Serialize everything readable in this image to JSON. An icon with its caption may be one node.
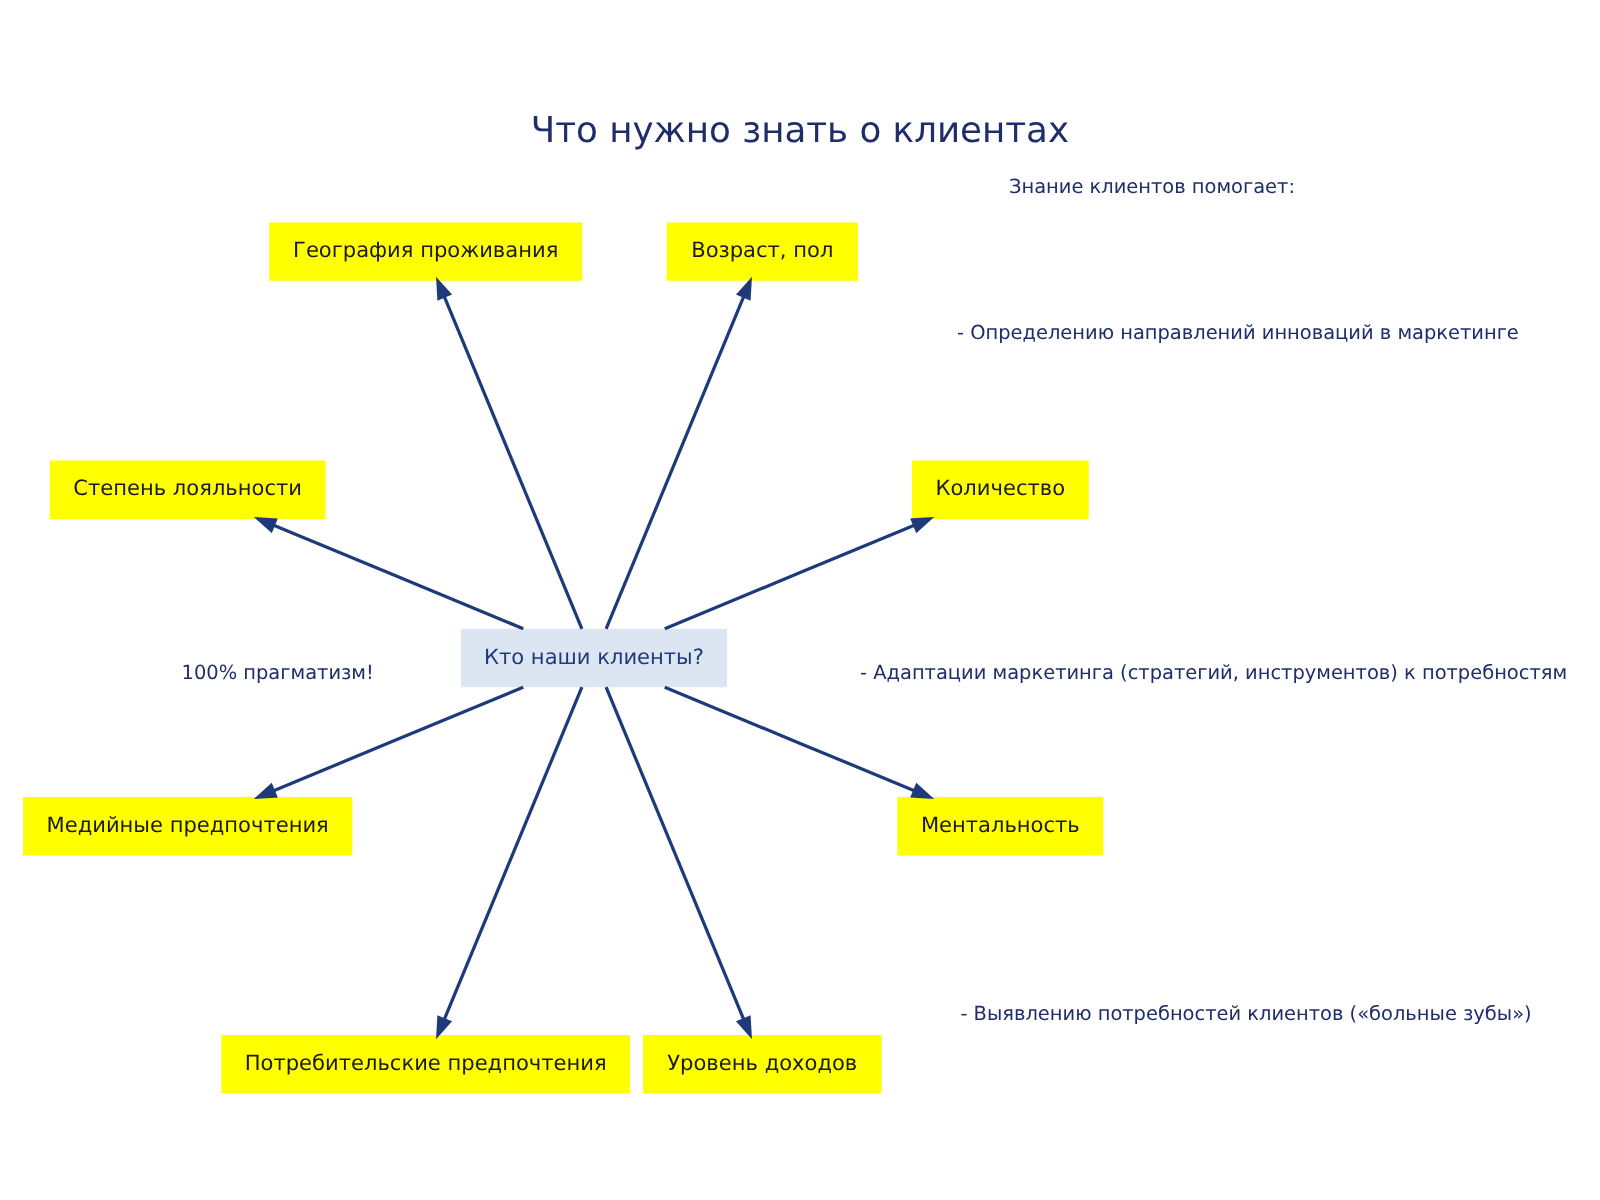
{
  "diagram": {
    "title": "Что нужно знать о клиентах",
    "nodes": [
      {
        "text": [
          "Кто наши клиенты?"
        ]
      },
      {
        "text": [
          "Количество"
        ]
      },
      {
        "text": [
          "Возраст, пол"
        ]
      },
      {
        "text": [
          "География проживания"
        ]
      },
      {
        "text": [
          "Степень лояльности"
        ]
      },
      {
        "text": [
          "Медийные предпочтения"
        ]
      },
      {
        "text": [
          "Потребительские предпочтения"
        ]
      },
      {
        "text": [
          "Уровень доходов"
        ]
      },
      {
        "text": [
          "Ментальность"
        ]
      }
    ],
    "edges": [
      {
        "from": 0,
        "to": 1,
        "arrow": "to"
      },
      {
        "from": 0,
        "to": 2,
        "arrow": "to"
      },
      {
        "from": 0,
        "to": 3,
        "arrow": "to"
      },
      {
        "from": 0,
        "to": 4,
        "arrow": "to"
      },
      {
        "from": 0,
        "to": 5,
        "arrow": "to"
      },
      {
        "from": 0,
        "to": 6,
        "arrow": "to"
      },
      {
        "from": 0,
        "to": 7,
        "arrow": "to"
      },
      {
        "from": 0,
        "to": 8,
        "arrow": "to"
      }
    ],
    "labels": [
      "100% прагматизм!",
      "Знание клиентов помогает:",
      "- Выявлению потребностей клиентов («больные зубы»)",
      "- Адаптации маркетинга (стратегий, инструментов) к потребностям",
      "- Определению направлений инноваций в маркетинге"
    ]
  }
}
